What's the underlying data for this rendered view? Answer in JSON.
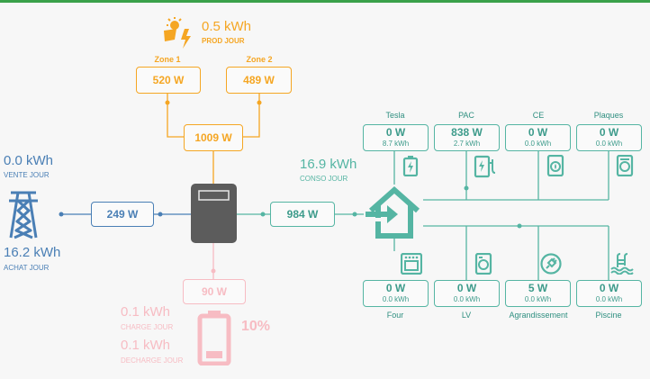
{
  "colors": {
    "solar": "#f5a623",
    "grid": "#4a7fb5",
    "house": "#55b5a3",
    "battery": "#f7bcc3"
  },
  "solar": {
    "energy": "0.5 kWh",
    "label": "PROD JOUR",
    "icon": "solar-panel-sun-icon",
    "total": "1009 W",
    "zones": [
      {
        "name": "Zone 1",
        "power": "520 W"
      },
      {
        "name": "Zone 2",
        "power": "489 W"
      }
    ]
  },
  "grid": {
    "sell_energy": "0.0 kWh",
    "sell_label": "VENTE JOUR",
    "buy_energy": "16.2 kWh",
    "buy_label": "ACHAT JOUR",
    "power": "249 W",
    "icon": "power-pylon-icon"
  },
  "inverter": {
    "icon": "inverter-icon"
  },
  "house": {
    "energy": "16.9 kWh",
    "label": "CONSO JOUR",
    "power": "984 W",
    "icon": "house-arrow-icon"
  },
  "battery": {
    "power": "90 W",
    "charge_energy": "0.1 kWh",
    "charge_label": "CHARGE JOUR",
    "discharge_energy": "0.1 kWh",
    "discharge_label": "DECHARGE JOUR",
    "soc": "10%",
    "soc_value": 0.1,
    "icon": "battery-icon"
  },
  "loads_top": [
    {
      "name": "Tesla",
      "power": "0 W",
      "energy": "8.7 kWh",
      "icon": "car-battery-icon"
    },
    {
      "name": "PAC",
      "power": "838 W",
      "energy": "2.7 kWh",
      "icon": "ev-charger-icon"
    },
    {
      "name": "CE",
      "power": "0 W",
      "energy": "0.0 kWh",
      "icon": "water-heater-icon"
    },
    {
      "name": "Plaques",
      "power": "0 W",
      "energy": "0.0 kWh",
      "icon": "hob-icon"
    }
  ],
  "loads_bottom": [
    {
      "name": "Four",
      "power": "0 W",
      "energy": "0.0 kWh",
      "icon": "oven-icon"
    },
    {
      "name": "LV",
      "power": "0 W",
      "energy": "0.0 kWh",
      "icon": "dishwasher-icon"
    },
    {
      "name": "Agrandissement",
      "power": "5 W",
      "energy": "0.0 kWh",
      "icon": "power-plug-icon"
    },
    {
      "name": "Piscine",
      "power": "0 W",
      "energy": "0.0 kWh",
      "icon": "pool-icon"
    }
  ]
}
